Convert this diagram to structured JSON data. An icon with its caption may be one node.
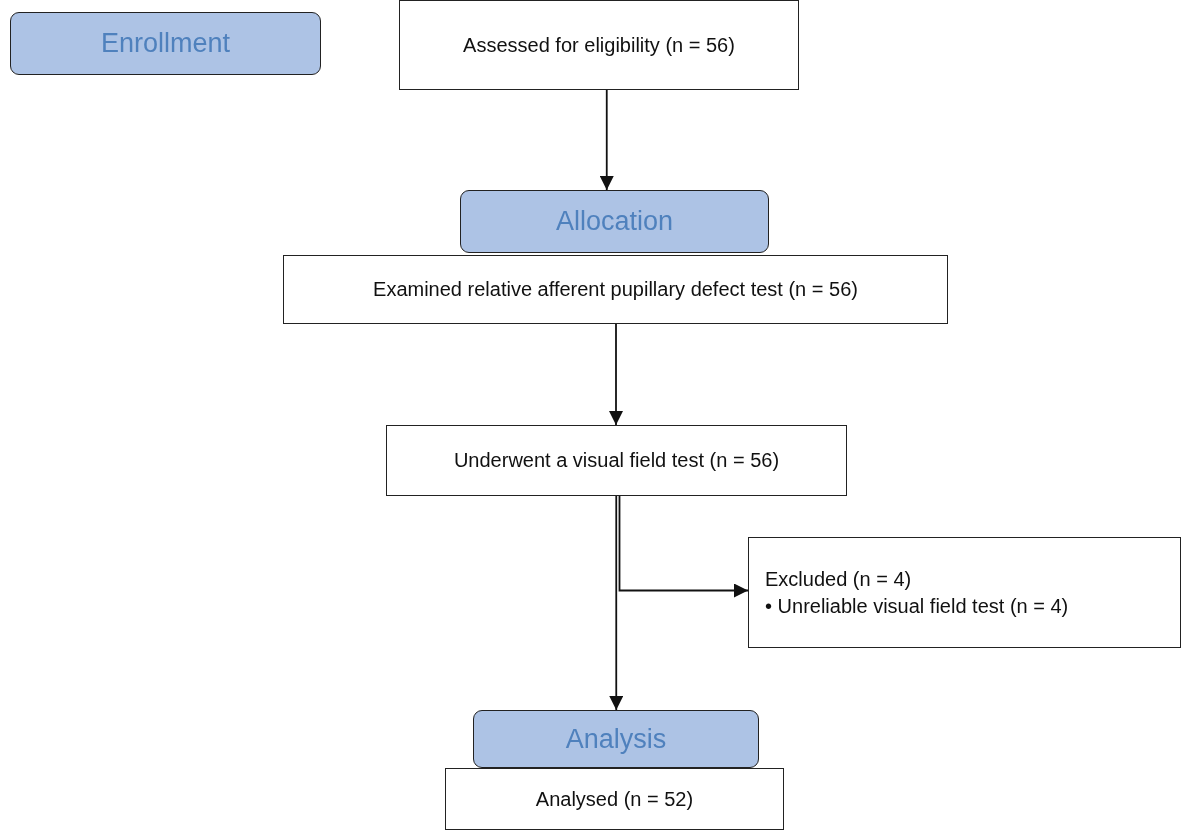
{
  "diagram": {
    "nodes": [
      {
        "text": [
          "Enrollment"
        ]
      },
      {
        "text": [
          "Assessed for eligibility (n = 56)"
        ]
      },
      {
        "text": [
          "Allocation"
        ]
      },
      {
        "text": [
          "Examined relative afferent pupillary defect test (n = 56)"
        ]
      },
      {
        "text": [
          "Underwent a visual field test (n = 56)"
        ]
      },
      {
        "text": [
          "Excluded (n = 4)",
          "• Unreliable visual field test (n = 4)"
        ]
      },
      {
        "text": [
          "Analysis"
        ]
      },
      {
        "text": [
          "Analysed (n = 52)"
        ]
      }
    ],
    "edges": [
      {
        "from": 1,
        "to": 2,
        "arrow": "to"
      },
      {
        "from": 3,
        "to": 4,
        "arrow": "to"
      },
      {
        "from": 4,
        "to": 6,
        "arrow": "to"
      },
      {
        "from": 4,
        "to": 5,
        "arrow": "to"
      }
    ]
  }
}
